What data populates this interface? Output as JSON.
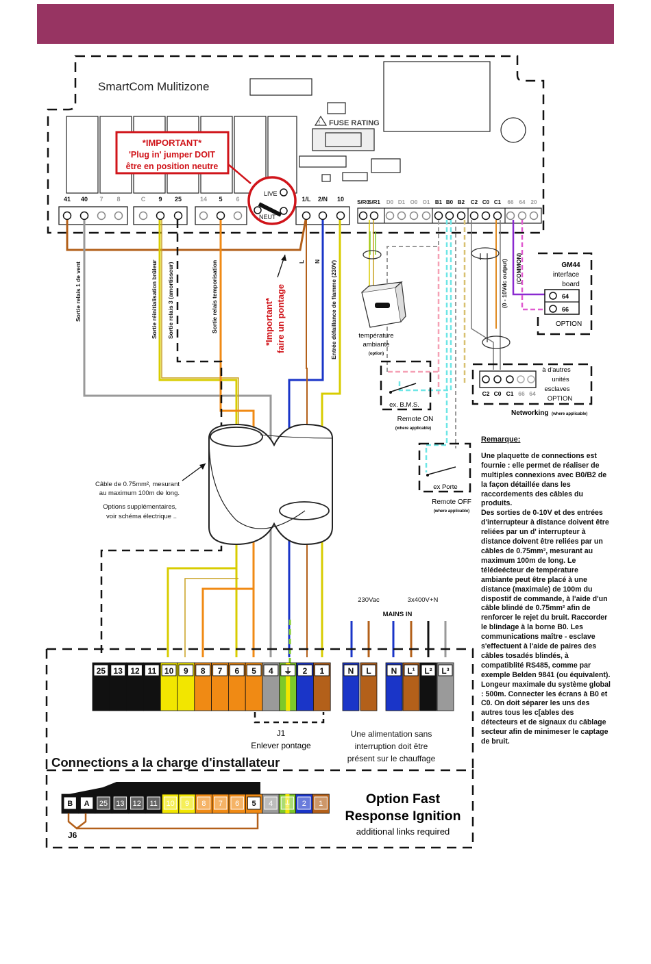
{
  "header": {
    "color": "#973462"
  },
  "controller": {
    "title": "SmartCom Mulitizone",
    "fuse_rating": "FUSE RATING",
    "terminal_groups": [
      {
        "labels": [
          "41",
          "40",
          "7",
          "8"
        ]
      },
      {
        "labels": [
          "C",
          "9",
          "25"
        ]
      },
      {
        "labels": [
          "14",
          "5",
          "6"
        ]
      },
      {
        "labels": [
          "1/L",
          "2/N",
          "10"
        ]
      }
    ],
    "right_terminals": [
      "S/R0",
      "S/R1",
      "D0",
      "D1",
      "O0",
      "O1",
      "B1",
      "B0",
      "B2",
      "C2",
      "C0",
      "C1",
      "66",
      "64",
      "20"
    ],
    "jumper": {
      "live": "LIVE",
      "neut": "NEUT"
    }
  },
  "important_box": {
    "line1": "*IMPORTANT*",
    "line2": "'Plug in' jumper DOIT",
    "line3": "être en position neutre"
  },
  "vertical_labels": {
    "relay1": "Sortie relais 1 de vent",
    "reinit": "Sortie réinitialisation brûleur",
    "relay3": "Sortie relais 3 (amortisseur)",
    "tempo": "Sortie relais temporisation",
    "important": "*Important*",
    "pontage": "faire un pontage",
    "l": "L",
    "n": "N",
    "flame": "Entrée défaillance de flamme (230V)",
    "output": "(0 - 10Vdc output)",
    "common": "(COMMON)"
  },
  "gm44": {
    "line1": "GM44",
    "line2": "interface",
    "line3": "board",
    "t1": "64",
    "t2": "66",
    "option": "OPTION"
  },
  "sensor": {
    "line1": "température",
    "line2": "ambiante",
    "line3": "(option)"
  },
  "bms": {
    "label": "ex. B.M.S.",
    "remote": "Remote ON",
    "note": "(where applicable)"
  },
  "porte": {
    "label": "ex Porte",
    "remote": "Remote OFF",
    "note": "(where applicable)"
  },
  "networking": {
    "line1": "à d'autres",
    "line2": "unités",
    "line3": "esclaves",
    "option": "OPTION",
    "terms": [
      "C2",
      "C0",
      "C1",
      "66",
      "64"
    ],
    "label": "Networking",
    "note": "(where applicable)"
  },
  "cable_note": {
    "line1": "Câble de 0.75mm², mesurant",
    "line2": "au maximum 100m de long.",
    "line3": "Options supplémentaires,",
    "line4": "voir schéma électrique .."
  },
  "remark": {
    "title": "Remarque:",
    "p1": "Une plaquette de connections est fournie : elle permet de réaliser de multiples connexions avec B0/B2 de la façon détaillée dans les raccordements des câbles du produits.",
    "p2": "Des sorties de 0-10V et des entrées d'interrupteur à distance doivent être reliées par un d' interrupteur à distance doivent être reliées par un câbles de 0.75mm², mesurant au maximum 100m de long. Le télédeécteur de température ambiante peut être placé à une distance (maximale) de 100m du dispostif de commande, à l'aide d'un câble blindé de 0.75mm² afin de renforcer le rejet du bruit. Raccorder le blindage à la borne B0. Les communications maître - esclave s'effectuent à l'aide de paires des câbles tosadés blindés, à compatiblité RS485, comme par exemple Belden 9841 (ou équivalent). Longeur maximale du système global : 500m. Connecter les écrans à B0 et C0. On doit séparer les uns des autres tous les c[ables des détecteurs et de signaux du câblage secteur afin de minimeser le captage de bruit."
  },
  "mains": {
    "v230": "230Vac",
    "v400": "3x400V+N",
    "title": "MAINS IN"
  },
  "heater_terms": [
    {
      "label": "25",
      "color": "#111111"
    },
    {
      "label": "13",
      "color": "#111111"
    },
    {
      "label": "12",
      "color": "#111111"
    },
    {
      "label": "11",
      "color": "#111111"
    },
    {
      "label": "10",
      "color": "#f2e600"
    },
    {
      "label": "9",
      "color": "#f2e600"
    },
    {
      "label": "8",
      "color": "#f08a14"
    },
    {
      "label": "7",
      "color": "#f08a14"
    },
    {
      "label": "6",
      "color": "#f08a14"
    },
    {
      "label": "5",
      "color": "#f08a14"
    },
    {
      "label": "4",
      "color": "#9a9a9a"
    },
    {
      "label": "⏚",
      "color": "#7ec82a"
    },
    {
      "label": "2",
      "color": "#1a35c8"
    },
    {
      "label": "1",
      "color": "#b3601a"
    }
  ],
  "mains_terms": [
    {
      "label": "N",
      "color": "#1a35c8"
    },
    {
      "label": "L",
      "color": "#b3601a"
    },
    {
      "label": "N",
      "color": "#1a35c8"
    },
    {
      "label": "L¹",
      "color": "#b3601a"
    },
    {
      "label": "L²",
      "color": "#111111"
    },
    {
      "label": "L³",
      "color": "#9a9a9a"
    }
  ],
  "j1": {
    "label": "J1",
    "text": "Enlever pontage"
  },
  "supply_note": {
    "line1": "Une alimentation sans",
    "line2": "interruption doit être",
    "line3": "présent sur le chauffage"
  },
  "section_title": "Connections a la charge d'installateur",
  "fast_terms": [
    "B",
    "A",
    "25",
    "13",
    "12",
    "11",
    "10",
    "9",
    "8",
    "7",
    "6",
    "5",
    "4",
    "⏚",
    "2",
    "1"
  ],
  "fast": {
    "j6": "J6",
    "line1": "Option Fast",
    "line2": "Response Ignition",
    "line3": "additional links required"
  }
}
